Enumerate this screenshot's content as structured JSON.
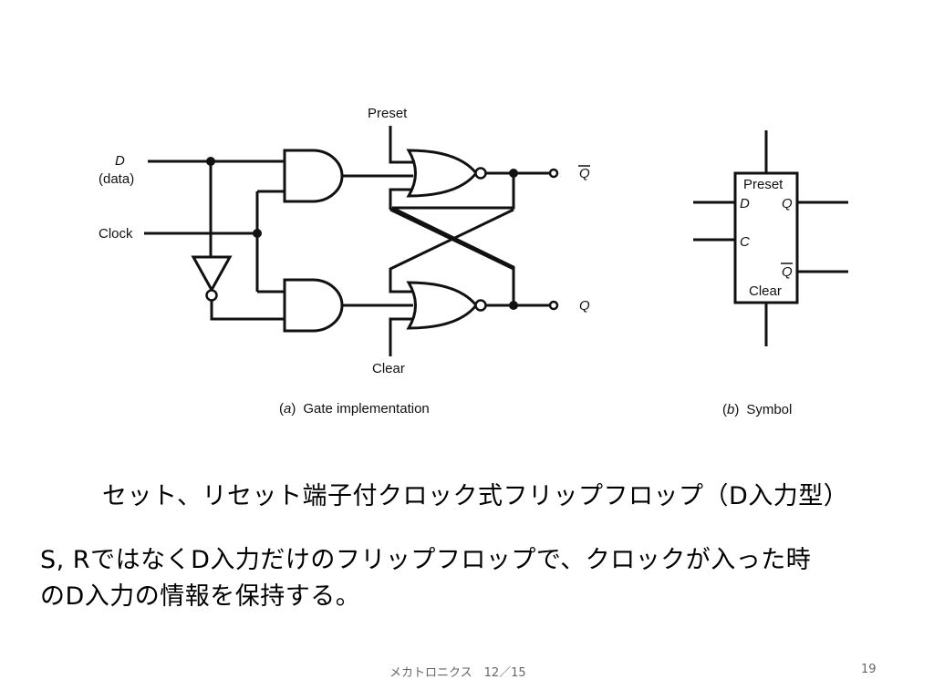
{
  "diagram": {
    "a": {
      "input_d": "D",
      "input_d_sub": "(data)",
      "input_clock": "Clock",
      "preset": "Preset",
      "clear": "Clear",
      "out_qbar": "Q",
      "out_q": "Q",
      "caption_letter": "a",
      "caption_text": "Gate implementation"
    },
    "b": {
      "preset": "Preset",
      "pin_d": "D",
      "pin_q": "Q",
      "pin_c": "C",
      "pin_qbar": "Q",
      "clear": "Clear",
      "caption_letter": "b",
      "caption_text": "Symbol"
    }
  },
  "text": {
    "title": "セット、リセット端子付クロック式フリップフロップ（D入力型）",
    "desc_line1": "S, RではなくD入力だけのフリップフロップで、クロックが入った時",
    "desc_line2": "のD入力の情報を保持する。"
  },
  "footer": {
    "course": "メカトロニクス　12／15",
    "page_number": "19"
  }
}
